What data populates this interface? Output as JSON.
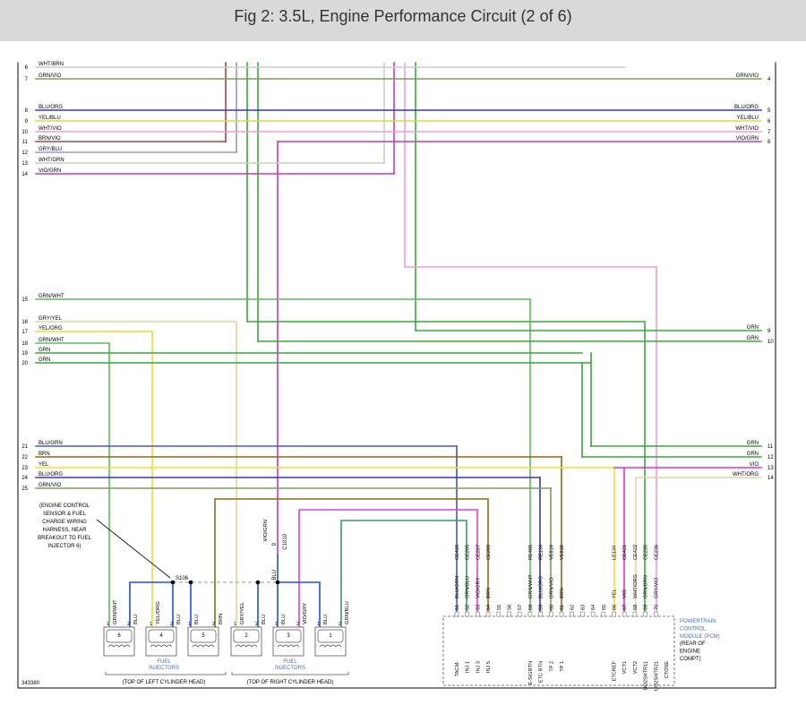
{
  "header": {
    "title": "Fig 2: 3.5L, Engine Performance Circuit (2 of 6)"
  },
  "colors": {
    "GRN": "#3aa63a",
    "GRN/VIO": "#7f9a60",
    "BLU/ORG": "#3a3a9a",
    "YEL/BLU": "#d8d84a",
    "WHT/VIO": "#e8a0d8",
    "BRN/VIO": "#a04848",
    "GRY/BLU": "#9898d0",
    "WHT/GRN": "#bcd6bc",
    "VIO/GRN": "#c838b8",
    "GRN/WHT": "#5cbc5c",
    "GRY/YEL": "#d8d8a0",
    "YEL/ORG": "#f0d830",
    "BLU/GRN": "#4858b8",
    "BRN": "#8c6a14",
    "YEL": "#f0e030",
    "VIO": "#e030c8",
    "WHT/ORG": "#e8d0a8",
    "BLU": "#2050e0",
    "VIO/GRY": "#e040d8",
    "GRN/BLU": "#3a9a6a",
    "partial": "#cccccc",
    "line": "#000000",
    "bubble": "#4a6eb8"
  },
  "wires_left": [
    {
      "num": "6",
      "label": "WHT/BRN",
      "color": "#cccccc"
    },
    {
      "num": "7",
      "label": "GRN/VIO",
      "color": "#7f9a60"
    },
    {
      "num": "8",
      "label": "BLU/ORG",
      "color": "#3a3a9a"
    },
    {
      "num": "9",
      "label": "YEL/BLU",
      "color": "#d8d84a"
    },
    {
      "num": "10",
      "label": "WHT/VIO",
      "color": "#e8a0d8"
    },
    {
      "num": "11",
      "label": "BRN/VIO",
      "color": "#a04848"
    },
    {
      "num": "12",
      "label": "GRY/BLU",
      "color": "#9898d0"
    },
    {
      "num": "13",
      "label": "WHT/GRN",
      "color": "#bcd6bc"
    },
    {
      "num": "14",
      "label": "VIO/GRN",
      "color": "#c838b8"
    },
    {
      "num": "15",
      "label": "GRN/WHT",
      "color": "#5cbc5c"
    },
    {
      "num": "16",
      "label": "GRY/YEL",
      "color": "#d8d8a0"
    },
    {
      "num": "17",
      "label": "YEL/ORG",
      "color": "#f0d830"
    },
    {
      "num": "18",
      "label": "GRN/WHT",
      "color": "#5cbc5c"
    },
    {
      "num": "19",
      "label": "GRN",
      "color": "#3aa63a"
    },
    {
      "num": "20",
      "label": "GRN",
      "color": "#3aa63a"
    },
    {
      "num": "21",
      "label": "BLU/GRN",
      "color": "#4858b8"
    },
    {
      "num": "22",
      "label": "BRN",
      "color": "#8c6a14"
    },
    {
      "num": "23",
      "label": "YEL",
      "color": "#f0e030"
    },
    {
      "num": "24",
      "label": "BLU/ORG",
      "color": "#3a3a9a"
    },
    {
      "num": "25",
      "label": "GRN/VIO",
      "color": "#7f9a60"
    }
  ],
  "wires_right": [
    {
      "num": "4",
      "label": "GRN/VIO"
    },
    {
      "num": "5",
      "label": "BLU/ORG"
    },
    {
      "num": "6",
      "label": "YEL/BLU"
    },
    {
      "num": "7",
      "label": "WHT/VIO"
    },
    {
      "num": "8",
      "label": "VIO/GRN"
    },
    {
      "num": "9",
      "label": "GRN"
    },
    {
      "num": "10",
      "label": "GRN"
    },
    {
      "num": "11",
      "label": "GRN"
    },
    {
      "num": "12",
      "label": "GRN"
    },
    {
      "num": "13",
      "label": "VIO"
    },
    {
      "num": "14",
      "label": "WHT/ORG"
    }
  ],
  "note": {
    "lines": [
      "(ENGINE CONTROL",
      "SENSOR & FUEL",
      "CHARGE WIRING",
      "HARNESS, NEAR",
      "BREAKOUT TO FUEL",
      "INJECTOR 6)"
    ]
  },
  "splice": "S106",
  "connector": {
    "ref": "C1010",
    "pin": "9",
    "wire": "VIO/GRN",
    "wire_below": "BLU"
  },
  "injectors": [
    {
      "num": "6",
      "pin1": "GRN/WHT",
      "pin2": "BLU"
    },
    {
      "num": "4",
      "pin1": "YEL/ORG",
      "pin2": "BLU"
    },
    {
      "num": "5",
      "pin1": "BLU",
      "pin2": "BRN"
    },
    {
      "num": "2",
      "pin1": "GRY/YEL",
      "pin2": "BLU"
    },
    {
      "num": "3",
      "pin1": "BLU",
      "pin2": "VIO/GRY"
    },
    {
      "num": "1",
      "pin1": "BLU",
      "pin2": "GRN/BLU"
    }
  ],
  "injector_groups": [
    {
      "label": "FUEL\nINJECTORS",
      "caption": "(TOP OF LEFT CYLINDER HEAD)"
    },
    {
      "label": "FUEL\nINJECTORS",
      "caption": "(TOP OF RIGHT CYLINDER HEAD)"
    }
  ],
  "pcm": {
    "label_lines": [
      "POWERTRAIN",
      "CONTROL",
      "MODULE (PCM)",
      "(REAR OF",
      "ENGINE",
      "COMPT)"
    ],
    "pins": [
      {
        "pin": "51",
        "wire": "BLU/GRN",
        "circuit": "CE426",
        "func": "TACM-"
      },
      {
        "pin": "52",
        "wire": "GRN/BLU",
        "circuit": "CE205",
        "func": "INJ 1"
      },
      {
        "pin": "53",
        "wire": "VIO/GRY",
        "circuit": "CE207",
        "func": "INJ 3"
      },
      {
        "pin": "54",
        "wire": "BRN",
        "circuit": "CE209",
        "func": "INJ 5"
      },
      {
        "pin": "55",
        "wire": "",
        "circuit": "",
        "func": ""
      },
      {
        "pin": "56",
        "wire": "",
        "circuit": "",
        "func": ""
      },
      {
        "pin": "57",
        "wire": "",
        "circuit": "",
        "func": ""
      },
      {
        "pin": "58",
        "wire": "GRN/WHT",
        "circuit": "RE405",
        "func": "E-SIGRTN"
      },
      {
        "pin": "59",
        "wire": "BLU/ORG",
        "circuit": "RE134",
        "func": "ETC RTN"
      },
      {
        "pin": "60",
        "wire": "GRN/VIO",
        "circuit": "VE819",
        "func": "TP 2"
      },
      {
        "pin": "61",
        "wire": "BRN",
        "circuit": "VE818",
        "func": "TP 1"
      },
      {
        "pin": "62",
        "wire": "",
        "circuit": "",
        "func": ""
      },
      {
        "pin": "63",
        "wire": "",
        "circuit": "",
        "func": ""
      },
      {
        "pin": "64",
        "wire": "",
        "circuit": "",
        "func": ""
      },
      {
        "pin": "65",
        "wire": "",
        "circuit": "",
        "func": ""
      },
      {
        "pin": "66",
        "wire": "YEL",
        "circuit": "LE134",
        "func": "ETCREF"
      },
      {
        "pin": "67",
        "wire": "VIO",
        "circuit": "CE421",
        "func": "VCT1"
      },
      {
        "pin": "68",
        "wire": "WHT/ORG",
        "circuit": "CE422",
        "func": "VCT2"
      },
      {
        "pin": "69",
        "wire": "GRN/BRN",
        "circuit": "CE235",
        "func": "UO2SHTR11"
      },
      {
        "pin": "70",
        "wire": "GRY/VIO",
        "circuit": "CE236",
        "func": "UO2SHTR21"
      },
      {
        "pin": "",
        "wire": "",
        "circuit": "",
        "func": "CTOSE"
      }
    ]
  },
  "fig_id": "343380"
}
